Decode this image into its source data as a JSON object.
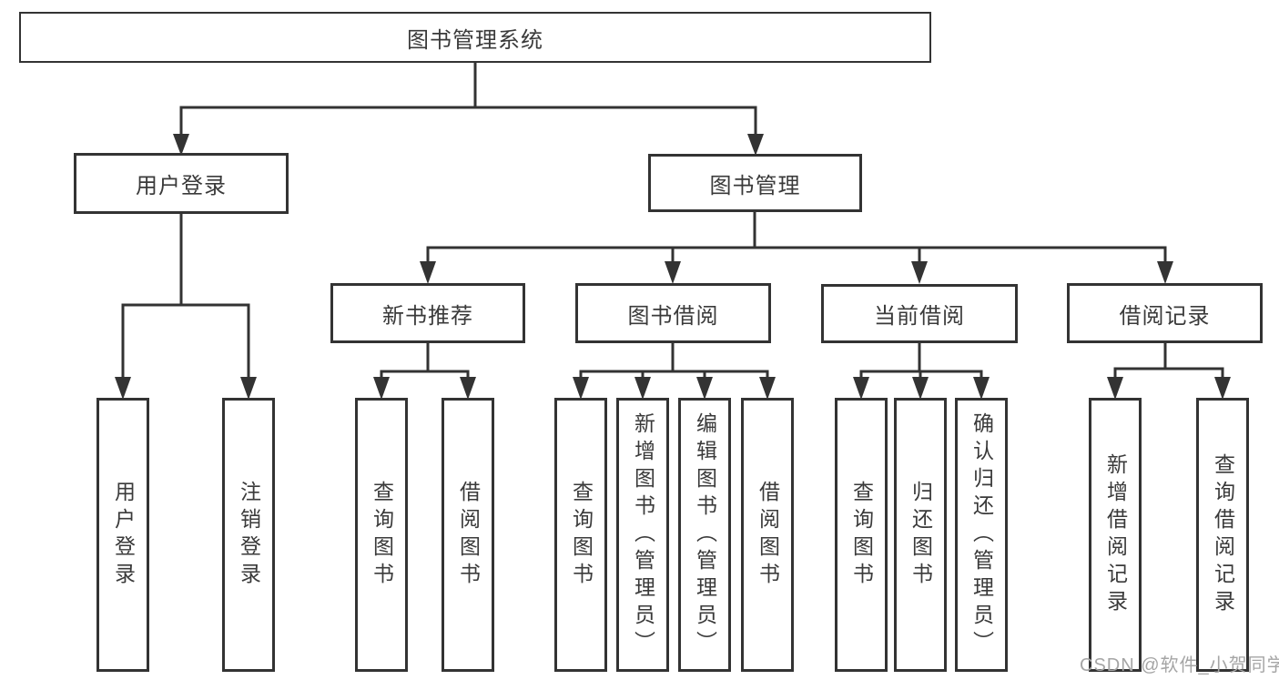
{
  "tree": {
    "root": {
      "label": "图书管理系统"
    },
    "level2": [
      {
        "label": "用户登录",
        "leaves": [
          {
            "label": "用户登录"
          },
          {
            "label": "注销登录"
          }
        ]
      },
      {
        "label": "图书管理",
        "groups": [
          {
            "label": "新书推荐",
            "leaves": [
              {
                "label": "查询图书"
              },
              {
                "label": "借阅图书"
              }
            ]
          },
          {
            "label": "图书借阅",
            "leaves": [
              {
                "label": "查询图书"
              },
              {
                "label": "新增图书（管理员）"
              },
              {
                "label": "编辑图书（管理员）"
              },
              {
                "label": "借阅图书"
              }
            ]
          },
          {
            "label": "当前借阅",
            "leaves": [
              {
                "label": "查询图书"
              },
              {
                "label": "归还图书"
              },
              {
                "label": "确认归还（管理员）"
              }
            ]
          },
          {
            "label": "借阅记录",
            "leaves": [
              {
                "label": "新增借阅记录"
              },
              {
                "label": "查询借阅记录"
              }
            ]
          }
        ]
      }
    ]
  },
  "watermark": {
    "text": "CSDN @软件_小贺同学"
  },
  "colors": {
    "line": "#333333",
    "text": "#3a3a3a",
    "watermark": "#a5a5a5",
    "background": "#ffffff"
  }
}
